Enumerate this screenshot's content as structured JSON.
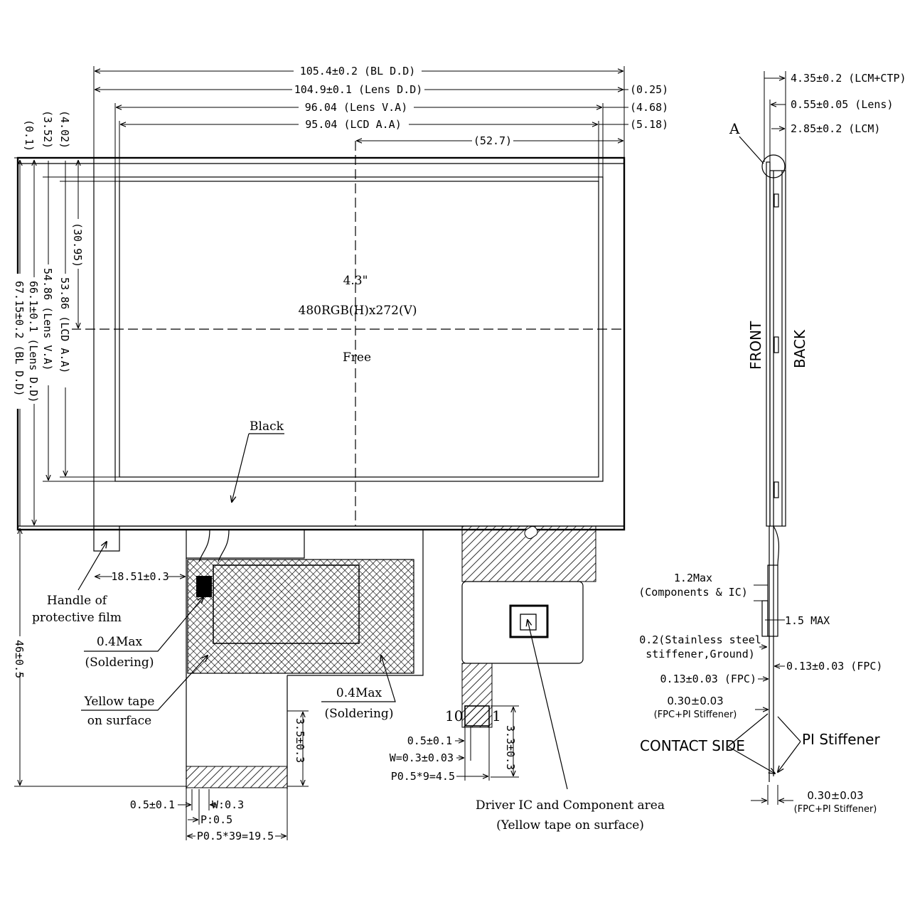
{
  "top_dims": {
    "bl_width": "105.4±0.2 (BL D.D)",
    "lens_width": "104.9±0.1 (Lens D.D)",
    "lens_va_width": "96.04 (Lens V.A)",
    "lcd_aa_width": "95.04 (LCD A.A)",
    "center_x": "(52.7)",
    "off_025": "(0.25)",
    "off_468": "(4.68)",
    "off_518": "(5.18)"
  },
  "left_dims": {
    "v_402": "(4.02)",
    "v_352": "(3.52)",
    "v_01": "(0.1)",
    "center_y": "(30.95)",
    "lcd_aa_h": "53.86 (LCD A.A)",
    "lens_va_h": "54.86 (Lens V.A)",
    "lens_dd_h": "66.1±0.1 (Lens D.D)",
    "bl_dd_h": "67.15±0.2 (BL D.D)",
    "total_h": "46±0.5"
  },
  "center_text": {
    "size": "4.3\"",
    "resolution": "480RGB(H)x272(V)",
    "free": "Free",
    "black": "Black"
  },
  "annotations": {
    "handle_1": "Handle of",
    "handle_2": "protective film",
    "handle_dim": "18.51±0.3",
    "solder_1a": "0.4Max",
    "solder_1b": "(Soldering)",
    "tape_1": "Yellow tape",
    "tape_2": "on surface",
    "solder_2a": "0.4Max",
    "solder_2b": "(Soldering)",
    "fpc_h": "3.5±0.3",
    "pitch_a": "0.5±0.1",
    "pitch_w": "W:0.3",
    "pitch_p": "P:0.5",
    "pitch_total": "P0.5*39=19.5",
    "pin_10": "10",
    "pin_1": "1",
    "c_a": "0.5±0.1",
    "c_w": "W=0.3±0.03",
    "c_total": "P0.5*9=4.5",
    "c_h": "3.3±0.3",
    "driver_1": "Driver IC and Component area",
    "driver_2": "(Yellow tape on surface)"
  },
  "side_view": {
    "t_total": "4.35±0.2 (LCM+CTP)",
    "t_lens": "0.55±0.05 (Lens)",
    "t_lcm": "2.85±0.2 (LCM)",
    "marker_a": "A",
    "front": "FRONT",
    "back": "BACK",
    "comp_1": "1.2Max",
    "comp_2": "(Components & IC)",
    "max_15": "1.5 MAX",
    "stiff_1": "0.2(Stainless steel",
    "stiff_2": "stiffener,Ground)",
    "fpc_l": "0.13±0.03 (FPC)",
    "fpc_r": "0.13±0.03 (FPC)",
    "pi_1a": "0.30±0.03",
    "pi_1b": "(FPC+PI Stiffener)",
    "contact": "CONTACT SIDE",
    "pi_st": "PI Stiffener",
    "pi_2a": "0.30±0.03",
    "pi_2b": "(FPC+PI Stiffener)"
  }
}
